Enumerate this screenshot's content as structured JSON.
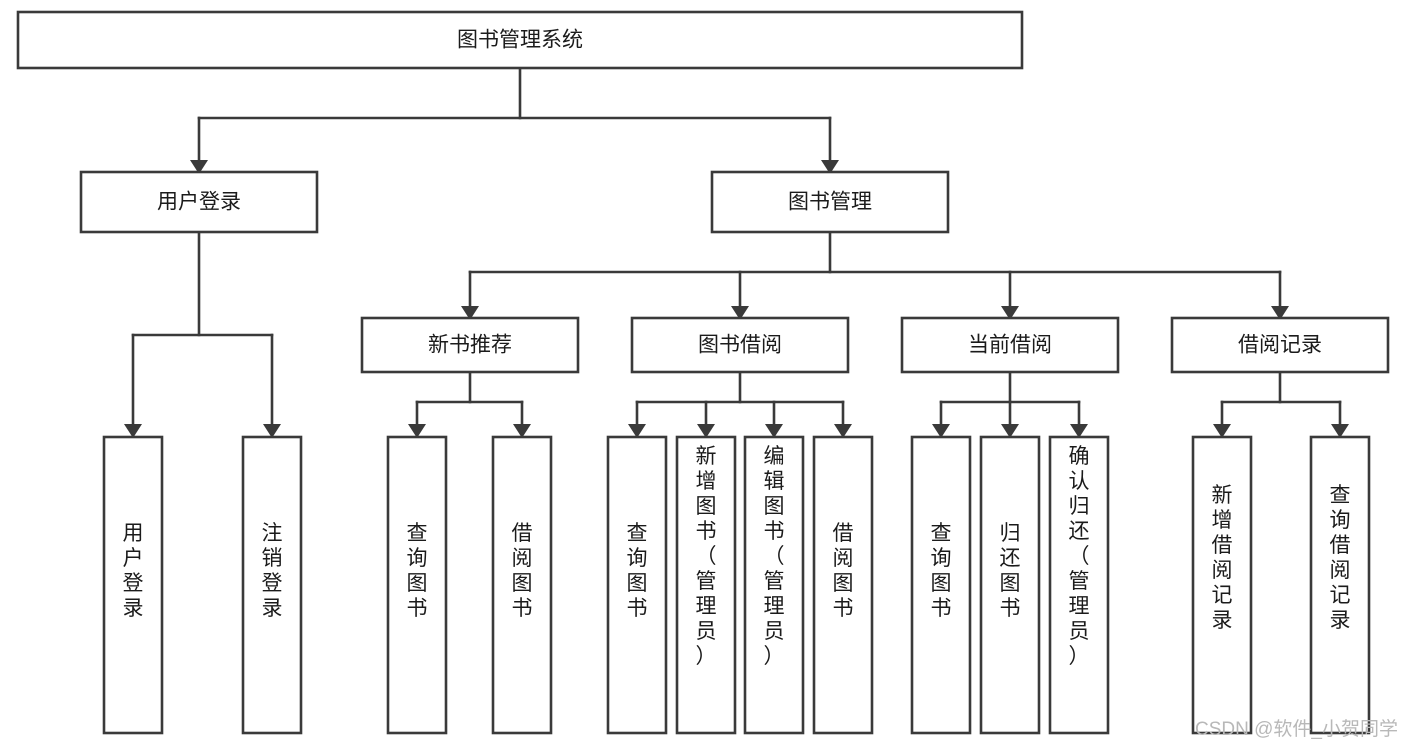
{
  "diagram": {
    "title": "图书管理系统",
    "type": "tree-hierarchy",
    "orientation": "top-down",
    "root": {
      "id": "root",
      "label": "图书管理系统",
      "text_orientation": "horizontal"
    },
    "level2": [
      {
        "id": "user-login",
        "label": "用户登录",
        "text_orientation": "horizontal"
      },
      {
        "id": "book-manage",
        "label": "图书管理",
        "text_orientation": "horizontal"
      }
    ],
    "level3": [
      {
        "id": "new-book-recommend",
        "label": "新书推荐",
        "parent": "book-manage",
        "text_orientation": "horizontal"
      },
      {
        "id": "book-borrow",
        "label": "图书借阅",
        "parent": "book-manage",
        "text_orientation": "horizontal"
      },
      {
        "id": "current-borrow",
        "label": "当前借阅",
        "parent": "book-manage",
        "text_orientation": "horizontal"
      },
      {
        "id": "borrow-record",
        "label": "借阅记录",
        "parent": "book-manage",
        "text_orientation": "horizontal"
      }
    ],
    "leaves": [
      {
        "id": "leaf-user-login",
        "label": "用户登录",
        "parent": "user-login",
        "text_orientation": "vertical"
      },
      {
        "id": "leaf-user-logout",
        "label": "注销登录",
        "parent": "user-login",
        "text_orientation": "vertical"
      },
      {
        "id": "leaf-query-book-1",
        "label": "查询图书",
        "parent": "new-book-recommend",
        "text_orientation": "vertical"
      },
      {
        "id": "leaf-borrow-book-1",
        "label": "借阅图书",
        "parent": "new-book-recommend",
        "text_orientation": "vertical"
      },
      {
        "id": "leaf-query-book-2",
        "label": "查询图书",
        "parent": "book-borrow",
        "text_orientation": "vertical"
      },
      {
        "id": "leaf-add-book",
        "label": "新增图书（管理员）",
        "parent": "book-borrow",
        "text_orientation": "vertical"
      },
      {
        "id": "leaf-edit-book",
        "label": "编辑图书（管理员）",
        "parent": "book-borrow",
        "text_orientation": "vertical"
      },
      {
        "id": "leaf-borrow-book-2",
        "label": "借阅图书",
        "parent": "book-borrow",
        "text_orientation": "vertical"
      },
      {
        "id": "leaf-query-book-3",
        "label": "查询图书",
        "parent": "current-borrow",
        "text_orientation": "vertical"
      },
      {
        "id": "leaf-return-book",
        "label": "归还图书",
        "parent": "current-borrow",
        "text_orientation": "vertical"
      },
      {
        "id": "leaf-confirm-return",
        "label": "确认归还（管理员）",
        "parent": "current-borrow",
        "text_orientation": "vertical"
      },
      {
        "id": "leaf-add-record",
        "label": "新增借阅记录",
        "parent": "borrow-record",
        "text_orientation": "vertical"
      },
      {
        "id": "leaf-query-record",
        "label": "查询借阅记录",
        "parent": "borrow-record",
        "text_orientation": "vertical"
      }
    ]
  },
  "watermark": {
    "text": "CSDN @软件_小贺同学"
  },
  "colors": {
    "box_stroke": "#3a3a3a",
    "box_fill": "#ffffff",
    "text": "#1b1b1b",
    "connector": "#3a3a3a",
    "background": "#ffffff",
    "watermark": "#b8b8b8"
  }
}
